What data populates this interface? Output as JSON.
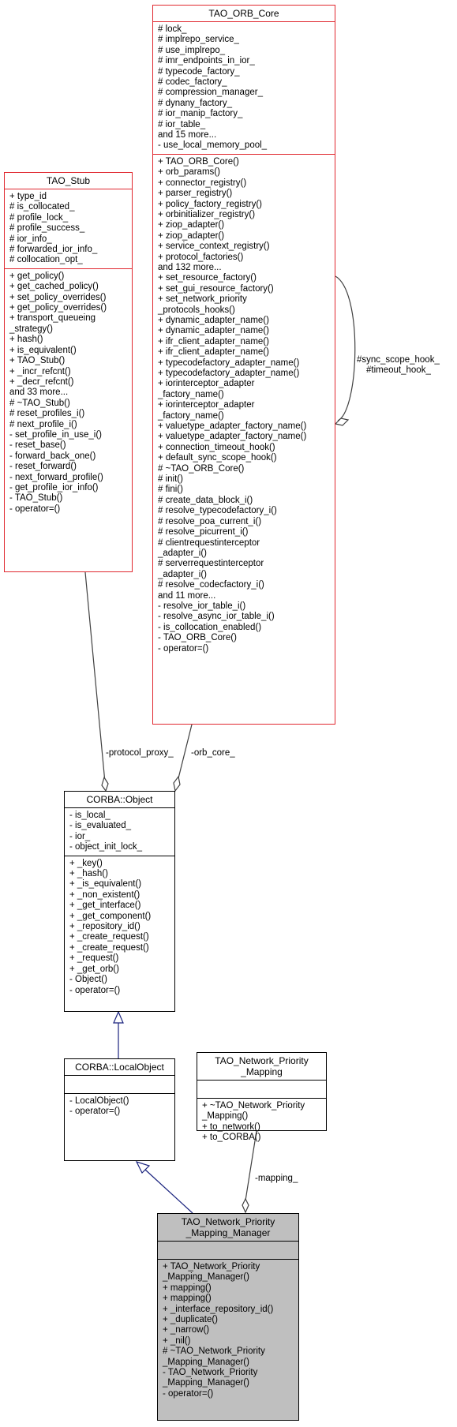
{
  "edges": {
    "protocol_proxy": "-protocol_proxy_",
    "orb_core": "-orb_core_",
    "sync_scope_hook": "#sync_scope_hook_",
    "timeout_hook": "#timeout_hook_",
    "mapping": "-mapping_"
  },
  "classes": {
    "tao_stub": {
      "title": "TAO_Stub",
      "attributes": [
        "+ type_id",
        "# is_collocated_",
        "# profile_lock_",
        "# profile_success_",
        "# ior_info_",
        "# forwarded_ior_info_",
        "# collocation_opt_"
      ],
      "operations": [
        "+ get_policy()",
        "+ get_cached_policy()",
        "+ set_policy_overrides()",
        "+ get_policy_overrides()",
        "+ transport_queueing",
        "_strategy()",
        "+ hash()",
        "+ is_equivalent()",
        "+ TAO_Stub()",
        "+ _incr_refcnt()",
        "+ _decr_refcnt()",
        "and 33 more...",
        "# ~TAO_Stub()",
        "# reset_profiles_i()",
        "# next_profile_i()",
        "- set_profile_in_use_i()",
        "- reset_base()",
        "- forward_back_one()",
        "- reset_forward()",
        "- next_forward_profile()",
        "- get_profile_ior_info()",
        "- TAO_Stub()",
        "- operator=()"
      ]
    },
    "tao_orb_core": {
      "title": "TAO_ORB_Core",
      "attributes": [
        "# lock_",
        "# implrepo_service_",
        "# use_implrepo_",
        "# imr_endpoints_in_ior_",
        "# typecode_factory_",
        "# codec_factory_",
        "# compression_manager_",
        "# dynany_factory_",
        "# ior_manip_factory_",
        "# ior_table_",
        "and 15 more...",
        "- use_local_memory_pool_"
      ],
      "operations": [
        "+ TAO_ORB_Core()",
        "+ orb_params()",
        "+ connector_registry()",
        "+ parser_registry()",
        "+ policy_factory_registry()",
        "+ orbinitializer_registry()",
        "+ ziop_adapter()",
        "+ ziop_adapter()",
        "+ service_context_registry()",
        "+ protocol_factories()",
        "and 132 more...",
        "+ set_resource_factory()",
        "+ set_gui_resource_factory()",
        "+ set_network_priority",
        "_protocols_hooks()",
        "+ dynamic_adapter_name()",
        "+ dynamic_adapter_name()",
        "+ ifr_client_adapter_name()",
        "+ ifr_client_adapter_name()",
        "+ typecodefactory_adapter_name()",
        "+ typecodefactory_adapter_name()",
        "+ iorinterceptor_adapter",
        "_factory_name()",
        "+ iorinterceptor_adapter",
        "_factory_name()",
        "+ valuetype_adapter_factory_name()",
        "+ valuetype_adapter_factory_name()",
        "+ connection_timeout_hook()",
        "+ default_sync_scope_hook()",
        "# ~TAO_ORB_Core()",
        "# init()",
        "# fini()",
        "# create_data_block_i()",
        "# resolve_typecodefactory_i()",
        "# resolve_poa_current_i()",
        "# resolve_picurrent_i()",
        "# clientrequestinterceptor",
        "_adapter_i()",
        "# serverrequestinterceptor",
        "_adapter_i()",
        "# resolve_codecfactory_i()",
        "and 11 more...",
        "- resolve_ior_table_i()",
        "- resolve_async_ior_table_i()",
        "- is_collocation_enabled()",
        "- TAO_ORB_Core()",
        "- operator=()"
      ]
    },
    "corba_object": {
      "title": "CORBA::Object",
      "attributes": [
        "- is_local_",
        "- is_evaluated_",
        "- ior_",
        "- object_init_lock_"
      ],
      "operations": [
        "+ _key()",
        "+ _hash()",
        "+ _is_equivalent()",
        "+ _non_existent()",
        "+ _get_interface()",
        "+ _get_component()",
        "+ _repository_id()",
        "+ _create_request()",
        "+ _create_request()",
        "+ _request()",
        "+ _get_orb()",
        "- Object()",
        "- operator=()"
      ]
    },
    "corba_localobject": {
      "title": "CORBA::LocalObject",
      "attributes": [],
      "operations": [
        "- LocalObject()",
        "- operator=()"
      ]
    },
    "tao_network_priority_mapping": {
      "title": "TAO_Network_Priority\n_Mapping",
      "attributes": [],
      "operations": [
        "+ ~TAO_Network_Priority",
        "_Mapping()",
        "+ to_network()",
        "+ to_CORBA()"
      ]
    },
    "tao_network_priority_mapping_manager": {
      "title": "TAO_Network_Priority\n_Mapping_Manager",
      "attributes": [],
      "operations": [
        "+ TAO_Network_Priority",
        "_Mapping_Manager()",
        "+ mapping()",
        "+ mapping()",
        "+ _interface_repository_id()",
        "+ _duplicate()",
        "+ _narrow()",
        "+ _nil()",
        "# ~TAO_Network_Priority",
        "_Mapping_Manager()",
        "- TAO_Network_Priority",
        "_Mapping_Manager()",
        "- operator=()"
      ]
    }
  }
}
